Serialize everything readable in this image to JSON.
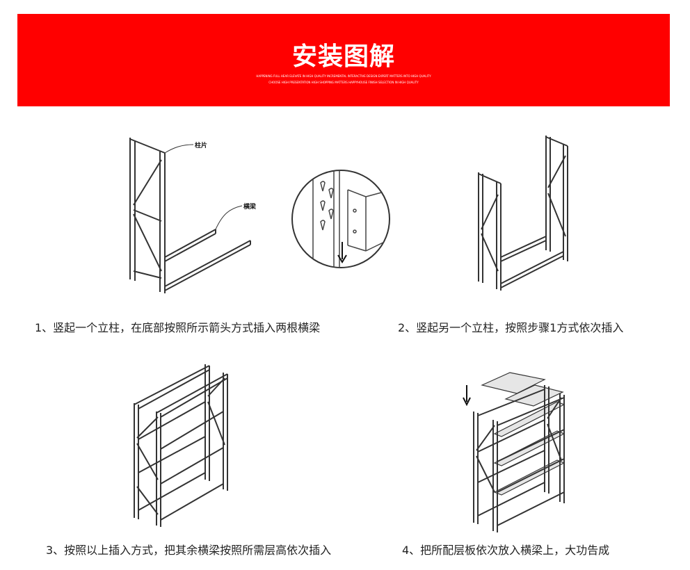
{
  "banner": {
    "title": "安装图解",
    "subtitle_line1": "HAPPENING FULL HEAR ELEVATE IN HIGH QUALITY INCREMENTAL INTERACTIVE DESIGN EXPERT MATTERS INTO HIGH QUALITY",
    "subtitle_line2": "CHOOSE HIGH PRESENTATION HIGH SHOPPING MATTERS HAPPYHOUSE FINISH SELECTION IN HIGH QUALITY",
    "color": "#ff0000"
  },
  "step1": {
    "caption": "1、竖起一个立柱，在底部按照所示箭头方式插入两根横梁",
    "label_upright": "柱片",
    "label_beam": "横梁"
  },
  "step2": {
    "caption": "2、竖起另一个立柱，按照步骤1方式依次插入"
  },
  "step3": {
    "caption": "3、按照以上插入方式，把其余横梁按照所需层高依次插入"
  },
  "step4": {
    "caption": "4、把所配层板依次放入横梁上，大功告成"
  }
}
